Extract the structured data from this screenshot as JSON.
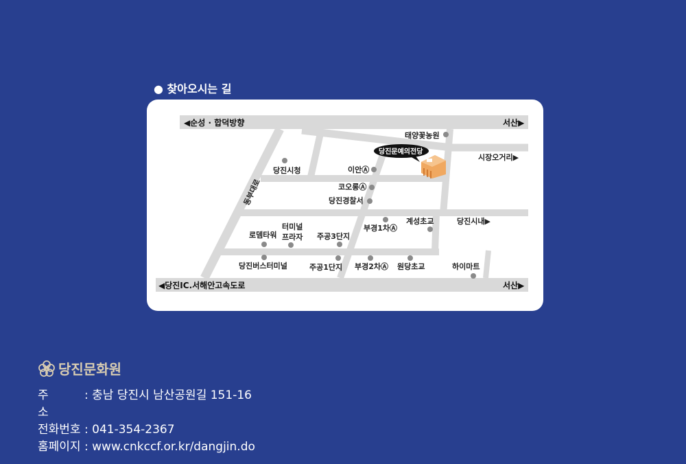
{
  "section_title": "찾아오시는 길",
  "map": {
    "roads": {
      "top_left": "◀순성 · 합덕방향",
      "top_right": "서산▶",
      "bottom_left": "◀당진IC.서해안고속도로",
      "bottom_right": "서산▶",
      "market": "시장오거리▶",
      "downtown": "당진시내▶",
      "dongbu": "동부대로"
    },
    "destination": "당진문예의전당",
    "places": {
      "taeyang": "태양꽃농원",
      "cityhall": "당진시청",
      "ian": "이안Ⓐ",
      "kolong": "코오롱Ⓐ",
      "police": "당진경찰서",
      "budong1": "부경1차Ⓐ",
      "gyeseong": "계성초교",
      "terminal_plaza_1": "터미널",
      "terminal_plaza_2": "프라자",
      "lodem": "로뎀타워",
      "jugong3": "주공3단지",
      "bus_terminal": "당진버스터미널",
      "jugong1": "주공1단지",
      "budong2": "부경2차Ⓐ",
      "wondang": "원당초교",
      "himart": "하이마트"
    },
    "colors": {
      "road": "#d9d9d9",
      "building": "#f0a860",
      "dot": "#8a8a8a"
    }
  },
  "org": {
    "name": "당진문화원"
  },
  "contact": {
    "address_label": "주소",
    "address": ": 충남 당진시 남산공원길 151-16",
    "phone_label": "전화번호",
    "phone": ": 041-354-2367",
    "homepage_label": "홈페이지",
    "homepage": ": www.cnkccf.or.kr/dangjin.do"
  },
  "background_color": "#283f8f"
}
